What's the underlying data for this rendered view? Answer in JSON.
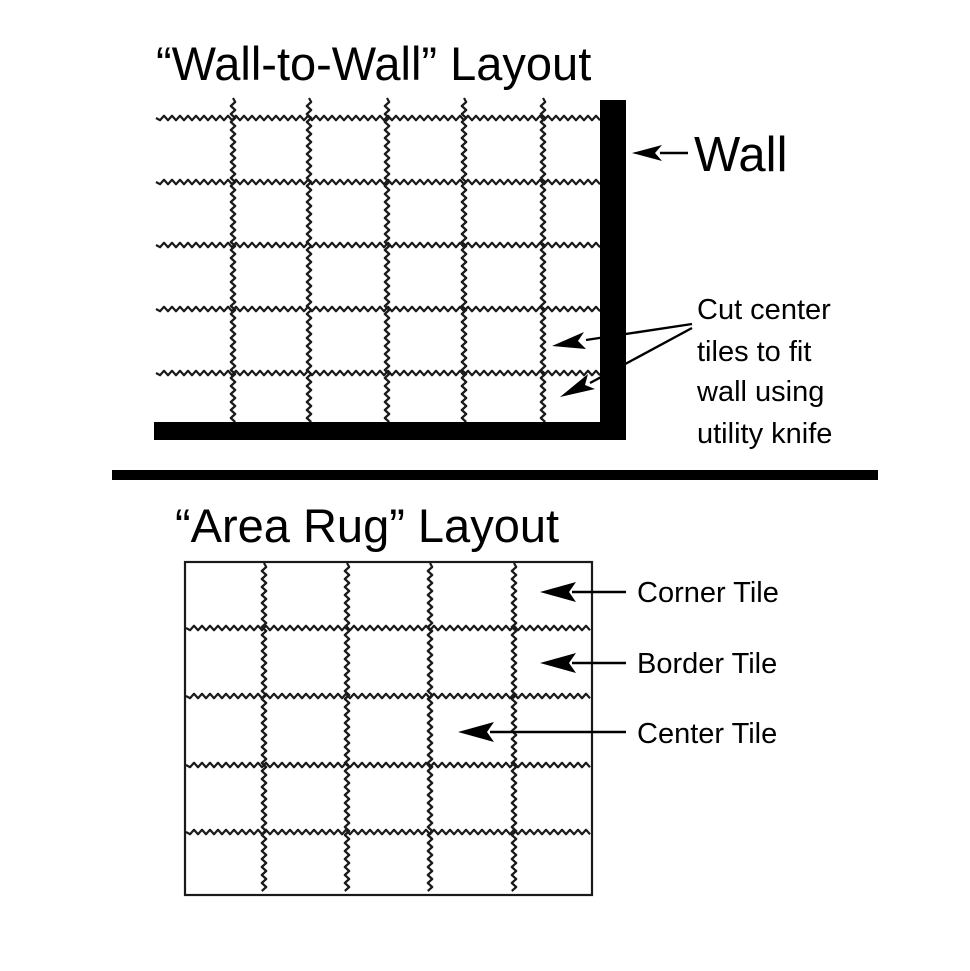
{
  "wall_to_wall": {
    "title": "“Wall-to-Wall” Layout",
    "wall_label": "Wall",
    "cut_note": [
      "Cut center",
      "tiles to fit",
      "wall using",
      "utility knife"
    ]
  },
  "area_rug": {
    "title": "“Area Rug” Layout",
    "labels": {
      "corner": "Corner Tile",
      "border": "Border Tile",
      "center": "Center Tile"
    }
  }
}
